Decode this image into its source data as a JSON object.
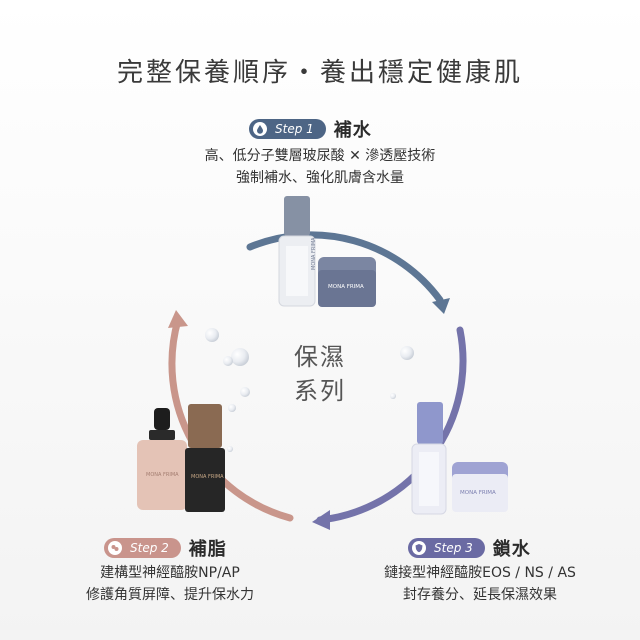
{
  "title": "完整保養順序・養出穩定健康肌",
  "center_label": [
    "保濕",
    "系列"
  ],
  "steps": [
    {
      "pill_label": "Step 1",
      "name": "補水",
      "pill_color": "#4d6585",
      "icon": "water-drop-icon",
      "desc_lines": [
        "高、低分子雙層玻尿酸 ✕ 滲透壓技術",
        "強制補水、強化肌膚含水量"
      ]
    },
    {
      "pill_label": "Step 2",
      "name": "補脂",
      "pill_color": "#c9948c",
      "icon": "lipid-icon",
      "desc_lines": [
        "建構型神經醯胺NP/AP",
        "修護角質屏障、提升保水力"
      ]
    },
    {
      "pill_label": "Step 3",
      "name": "鎖水",
      "pill_color": "#6a6aa3",
      "icon": "shield-icon",
      "desc_lines": [
        "鏈接型神經醯胺EOS / NS / AS",
        "封存養分、延長保濕效果"
      ]
    }
  ],
  "brand_label": "MONA FRIMA",
  "colors": {
    "blue_arc": "#5d7694",
    "pink_arc": "#c9968b",
    "purple_arc": "#7676ad"
  }
}
